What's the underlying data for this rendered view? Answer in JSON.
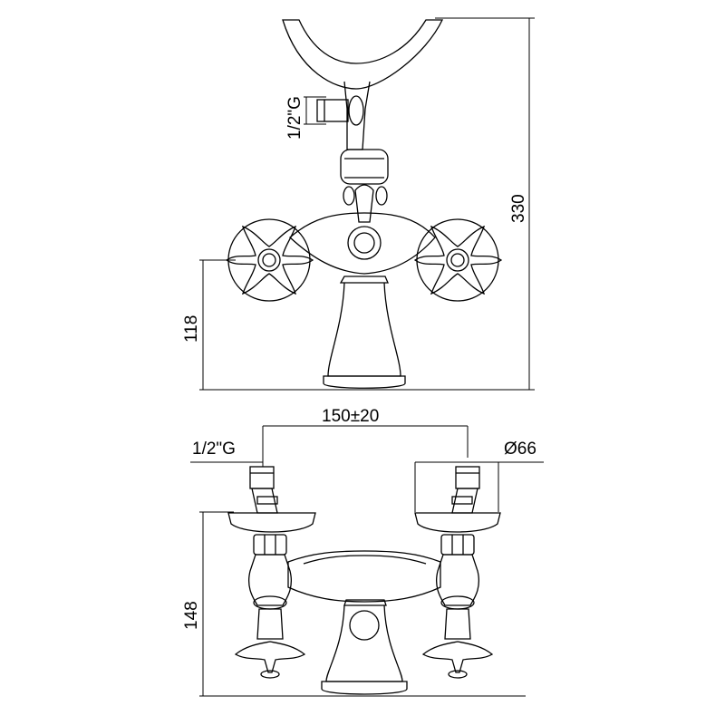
{
  "diagram": {
    "top_view": {
      "connection_label": "1/2\"G",
      "overall_height_label": "330",
      "spout_height_label": "118"
    },
    "front_view": {
      "connection_label": "1/2\"G",
      "centers_label": "150±20",
      "diameter_label": "Ø66",
      "height_label": "148"
    }
  }
}
